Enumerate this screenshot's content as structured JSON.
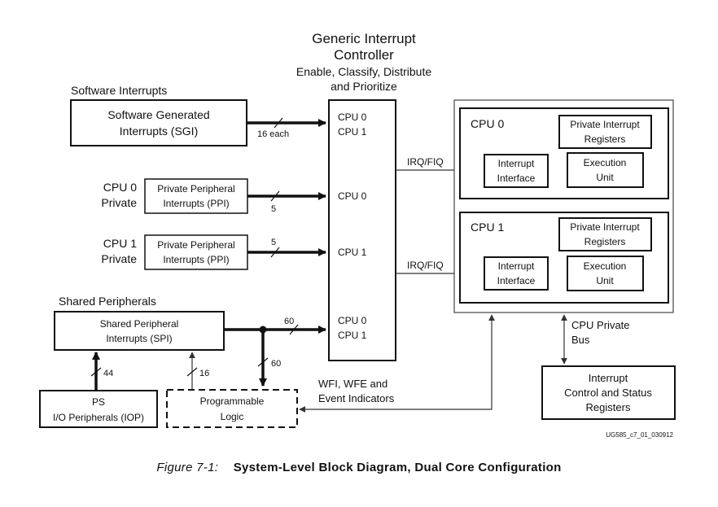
{
  "gic": {
    "title_line1": "Generic Interrupt",
    "title_line2": "Controller",
    "subtitle_line1": "Enable, Classify, Distribute",
    "subtitle_line2": "and Prioritize",
    "cpu0": "CPU 0",
    "cpu1": "CPU 1"
  },
  "sources": {
    "software_interrupts_label": "Software Interrupts",
    "sgi_line1": "Software Generated",
    "sgi_line2": "Interrupts (SGI)",
    "sgi_width": "16 each",
    "cpu0_private_line1": "CPU 0",
    "cpu0_private_line2": "Private",
    "cpu1_private_line1": "CPU 1",
    "cpu1_private_line2": "Private",
    "ppi_line1": "Private Peripheral",
    "ppi_line2": "Interrupts (PPI)",
    "ppi_width": "5",
    "shared_peripherals_label": "Shared Peripherals",
    "spi_line1": "Shared Peripheral",
    "spi_line2": "Interrupts (SPI)",
    "spi_width": "60",
    "ps_line1": "PS",
    "ps_line2": "I/O Peripherals (IOP)",
    "ps_width": "44",
    "pl_line1": "Programmable",
    "pl_line2": "Logic",
    "pl_width": "16",
    "pl_down_width": "60"
  },
  "signals": {
    "irq_fiq": "IRQ/FIQ",
    "wfi_line1": "WFI, WFE and",
    "wfi_line2": "Event Indicators",
    "bus_line1": "CPU Private",
    "bus_line2": "Bus"
  },
  "cpus": [
    {
      "name": "CPU 0",
      "pir_line1": "Private Interrupt",
      "pir_line2": "Registers",
      "if_line1": "Interrupt",
      "if_line2": "Interface",
      "eu_line1": "Execution",
      "eu_line2": "Unit"
    },
    {
      "name": "CPU 1",
      "pir_line1": "Private Interrupt",
      "pir_line2": "Registers",
      "if_line1": "Interrupt",
      "if_line2": "Interface",
      "eu_line1": "Execution",
      "eu_line2": "Unit"
    }
  ],
  "control": {
    "line1": "Interrupt",
    "line2": "Control and Status",
    "line3": "Registers"
  },
  "doc_code": "UG585_c7_01_030912",
  "caption": {
    "figure_number": "Figure 7-1:",
    "title": "System-Level Block Diagram, Dual Core Configuration"
  }
}
